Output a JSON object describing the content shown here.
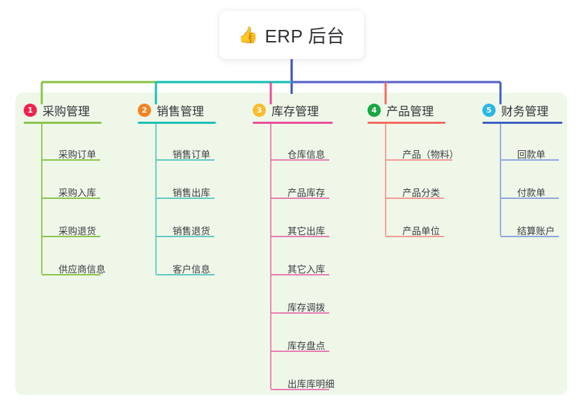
{
  "diagram": {
    "type": "tree-mindmap",
    "root": {
      "label": "ERP 后台",
      "icon": "thumbs-up-emoji",
      "emoji": "👍"
    },
    "panel_color": "#eff7e9",
    "background": "#ffffff",
    "branches": [
      {
        "index": "1",
        "label": "采购管理",
        "badge_color": "#f0234a",
        "rule_color": "#8ac44a",
        "line_color": "#8ac44a",
        "items": [
          "采购订单",
          "采购入库",
          "采购退货",
          "供应商信息"
        ]
      },
      {
        "index": "2",
        "label": "销售管理",
        "badge_color": "#f58220",
        "rule_color": "#17bfb4",
        "line_color": "#5fc9c2",
        "items": [
          "销售订单",
          "销售出库",
          "销售退货",
          "客户信息"
        ]
      },
      {
        "index": "3",
        "label": "库存管理",
        "badge_color": "#fbbc2e",
        "rule_color": "#e84c9a",
        "line_color": "#e87bb0",
        "items": [
          "仓库信息",
          "产品库存",
          "其它出库",
          "其它入库",
          "库存调拨",
          "库存盘点",
          "出库库明细"
        ]
      },
      {
        "index": "4",
        "label": "产品管理",
        "badge_color": "#17a842",
        "rule_color": "#f4695f",
        "line_color": "#f39a92",
        "items": [
          "产品（物料）",
          "产品分类",
          "产品单位"
        ]
      },
      {
        "index": "5",
        "label": "财务管理",
        "badge_color": "#29b6e8",
        "rule_color": "#3b5ec4",
        "line_color": "#8ca6de",
        "items": [
          "回款单",
          "付款单",
          "结算账户"
        ]
      }
    ],
    "bus": {
      "stem_color": "#4055b8",
      "segment_left_color": "#8ac44a",
      "segment_mid_color": "#17bfb4",
      "segment_right_color": "#5b63c7"
    }
  }
}
